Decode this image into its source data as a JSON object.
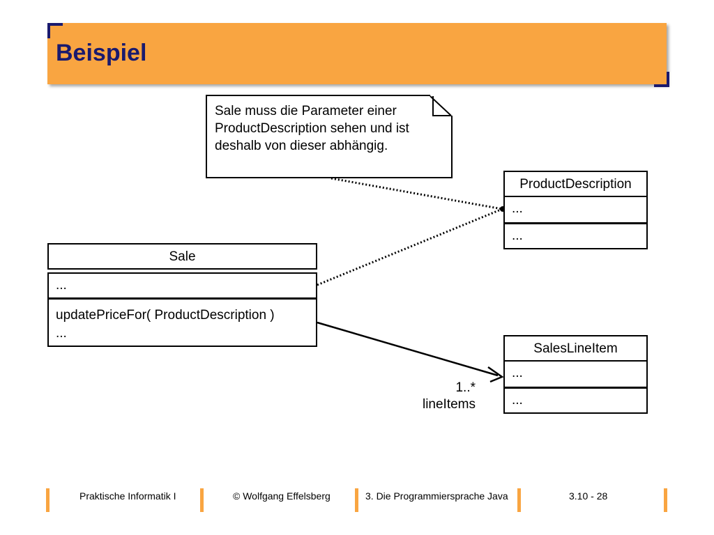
{
  "slide": {
    "title": "Beispiel"
  },
  "note": {
    "text_lines": [
      "Sale muss die Parameter einer",
      "ProductDescription sehen und ist",
      "deshalb von dieser abhängig."
    ]
  },
  "classes": {
    "product_description": {
      "name": "ProductDescription",
      "attributes": "...",
      "operations": "..."
    },
    "sale": {
      "name": "Sale",
      "attributes": "...",
      "operation_1": "updatePriceFor( ProductDescription )",
      "operation_2": "..."
    },
    "sales_line_item": {
      "name": "SalesLineItem",
      "attributes": "...",
      "operations": "..."
    }
  },
  "association": {
    "multiplicity": "1..*",
    "role": "lineItems"
  },
  "footer": {
    "course": "Praktische Informatik I",
    "author": "© Wolfgang Effelsberg",
    "chapter": "3. Die Programmiersprache Java",
    "page": "3.10 - 28"
  },
  "colors": {
    "title_bg": "#f9a541",
    "title_text": "#1a1a6e"
  }
}
